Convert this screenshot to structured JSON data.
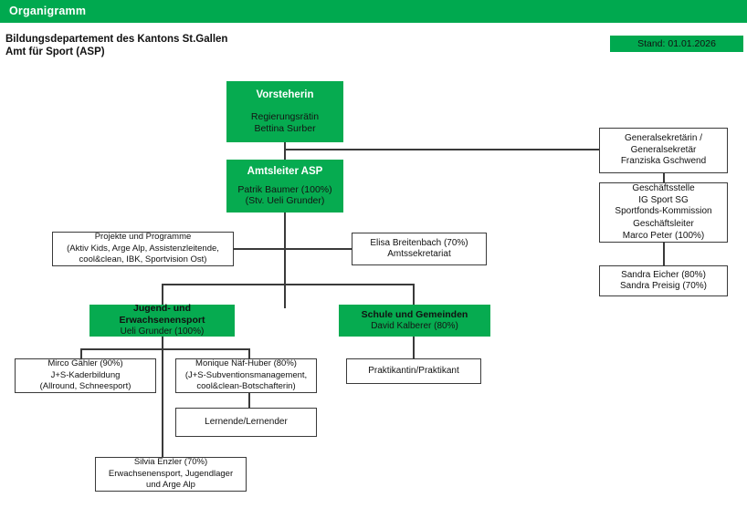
{
  "header": {
    "title": "Organigramm",
    "department_line1": "Bildungsdepartement des Kantons St.Gallen",
    "department_line2": "Amt für Sport (ASP)",
    "status_label": "Stand: 01.01.2026"
  },
  "colors": {
    "brand_green": "#00A94F",
    "node_green": "#06AB50",
    "border": "#3a3a3a",
    "text": "#111111",
    "title_white": "#ffffff"
  },
  "nodes": {
    "vorsteherin": {
      "title": "Vorsteherin",
      "line1": "Regierungsrätin",
      "line2": "Bettina Surber"
    },
    "amtsleiter": {
      "title": "Amtsleiter ASP",
      "line1": "Patrik Baumer (100%)",
      "line2": "(Stv. Ueli Grunder)"
    },
    "generalsekretaer": {
      "line1": "Generalsekretärin /",
      "line2": "Generalsekretär",
      "line3": "Franziska Gschwend"
    },
    "geschaeftsstelle": {
      "line1": "Geschäftsstelle",
      "line2": "IG Sport SG",
      "line3": "Sportfonds-Kommission",
      "line4": "Geschäftsleiter",
      "line5": "Marco Peter (100%)"
    },
    "sekretariat_right": {
      "line1": "Sandra Eicher (80%)",
      "line2": "Sandra Preisig (70%)"
    },
    "projekte": {
      "line1": "Projekte und Programme",
      "line2": "(Aktiv Kids, Arge Alp, Assistenzleitende,",
      "line3": "cool&clean, IBK, Sportvision Ost)"
    },
    "amtssekretariat": {
      "line1": "Elisa Breitenbach (70%)",
      "line2": "Amtssekretariat"
    },
    "jugendsport": {
      "title": "Jugend- und Erwachsenensport",
      "line1": "Ueli Grunder (100%)"
    },
    "schule": {
      "title": "Schule und Gemeinden",
      "line1": "David Kalberer (80%)"
    },
    "mirco": {
      "line1": "Mirco Gähler (90%)",
      "line2": "J+S-Kaderbildung",
      "line3": "(Allround, Schneesport)"
    },
    "monique": {
      "line1": "Monique Näf-Huber (80%)",
      "line2": "(J+S-Subventionsmanagement,",
      "line3": "cool&clean-Botschafterin)"
    },
    "lernende": {
      "line1": "Lernende/Lernender"
    },
    "silvia": {
      "line1": "Silvia Enzler (70%)",
      "line2": "Erwachsenensport, Jugendlager",
      "line3": "und Arge Alp"
    },
    "praktikant": {
      "line1": "Praktikantin/Praktikant"
    }
  }
}
